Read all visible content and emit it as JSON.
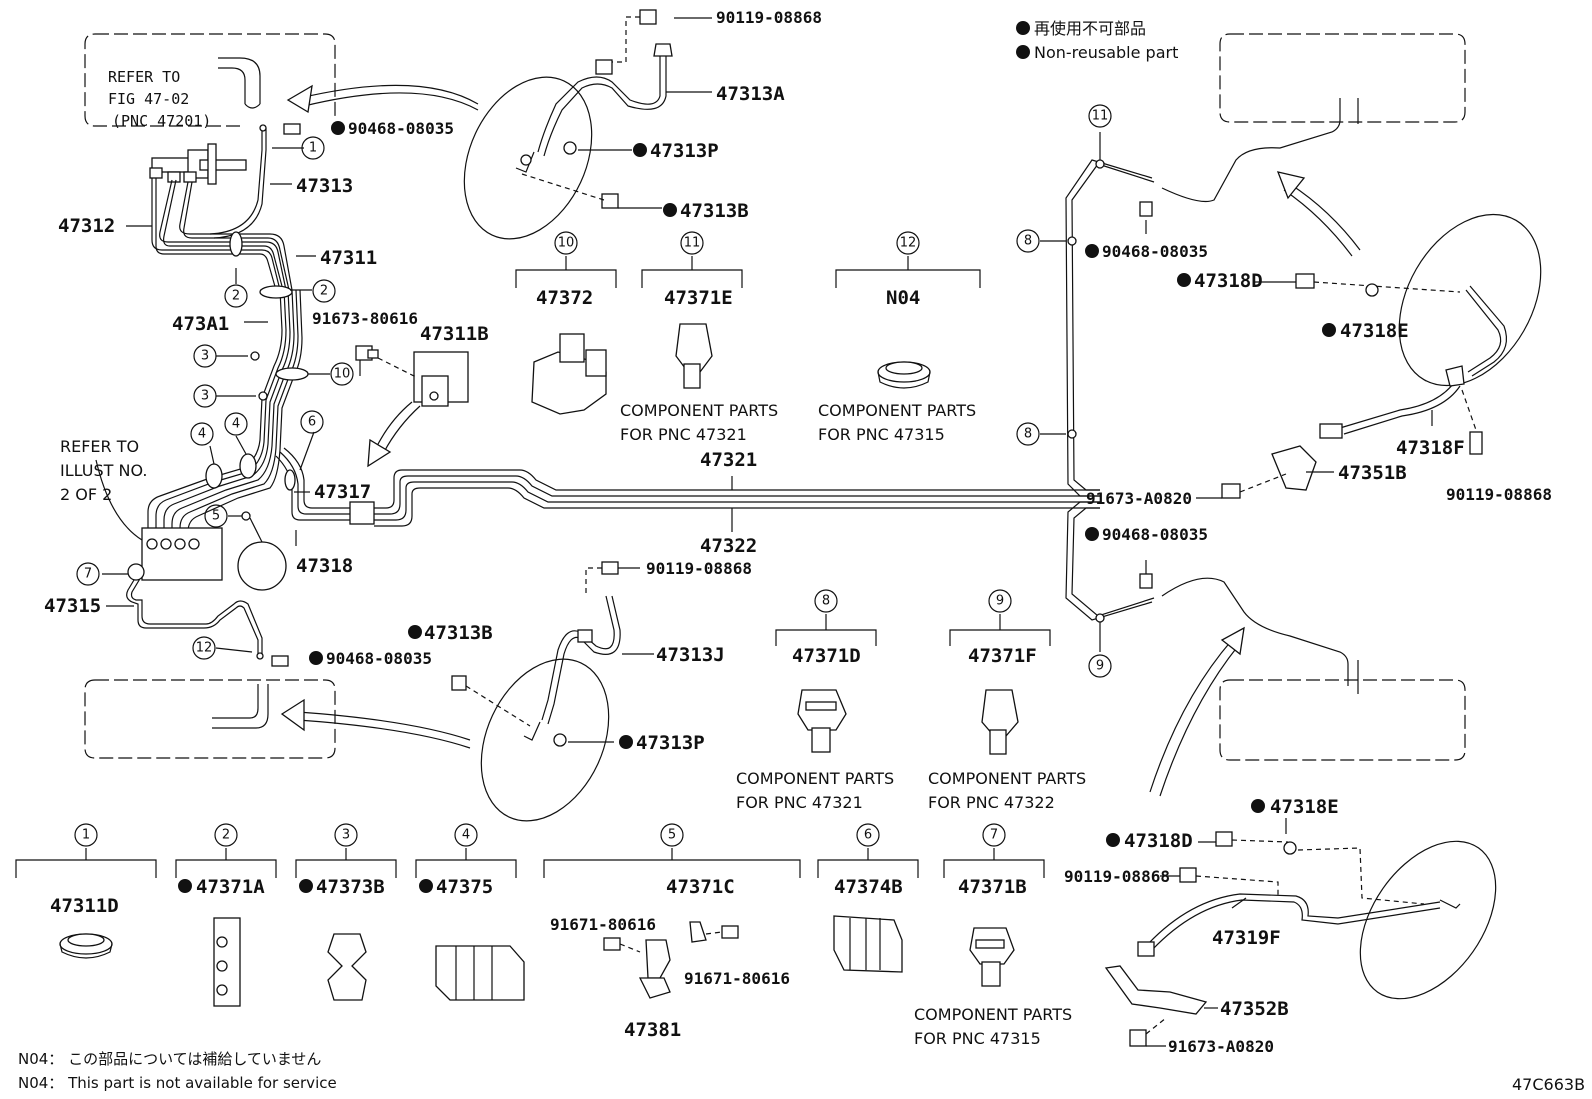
{
  "legend": {
    "line1": "再使用不可部品",
    "line2": "Non-reusable part"
  },
  "refer_fig": {
    "line1": "REFER TO",
    "line2": "FIG 47-02",
    "line3": "(PNC 47201)"
  },
  "refer_illust": {
    "line1": "REFER TO",
    "line2": "ILLUST NO.",
    "line3": "2 OF 2"
  },
  "main_parts": {
    "p47312": "47312",
    "p47313": "47313",
    "p47311": "47311",
    "p473A1": "473A1",
    "p91673_80616": "91673-80616",
    "p47311B": "47311B",
    "p47317": "47317",
    "p47318": "47318",
    "p47315": "47315",
    "p90468_a": "90468-08035",
    "p90468_b": "90468-08035",
    "p90119_a": "90119-08868",
    "p47313A": "47313A",
    "p47313P_a": "47313P",
    "p47313B_a": "47313B",
    "p47321": "47321",
    "p47322": "47322",
    "p90119_b": "90119-08868",
    "p47313B_b": "47313B",
    "p47313J": "47313J",
    "p47313P_b": "47313P"
  },
  "right_parts": {
    "p90468_c": "90468-08035",
    "p47318D_a": "47318D",
    "p47318E_a": "47318E",
    "p47318F": "47318F",
    "p47351B": "47351B",
    "p91673_A0820_a": "91673-A0820",
    "p90119_c": "90119-08868",
    "p90468_d": "90468-08035",
    "p47318E_b": "47318E",
    "p47318D_b": "47318D",
    "p90119_d": "90119-08868",
    "p47319F": "47319F",
    "p47352B": "47352B",
    "p91673_A0820_b": "91673-A0820"
  },
  "callouts": {
    "c1": "1",
    "c2": "2",
    "c3": "3",
    "c4": "4",
    "c5": "5",
    "c6": "6",
    "c7": "7",
    "c8": "8",
    "c9": "9",
    "c10": "10",
    "c11": "11",
    "c12": "12"
  },
  "top_groups": [
    {
      "num": "10",
      "pn": "47372",
      "comp": "",
      "comp2": ""
    },
    {
      "num": "11",
      "pn": "47371E",
      "comp": "COMPONENT PARTS",
      "comp2": "FOR PNC 47321"
    },
    {
      "num": "12",
      "pn": "N04",
      "comp": "COMPONENT PARTS",
      "comp2": "FOR PNC 47315"
    }
  ],
  "mid_groups": [
    {
      "num": "8",
      "pn": "47371D",
      "comp": "COMPONENT PARTS",
      "comp2": "FOR PNC 47321"
    },
    {
      "num": "9",
      "pn": "47371F",
      "comp": "COMPONENT PARTS",
      "comp2": "FOR PNC 47322"
    }
  ],
  "bottom_groups": [
    {
      "num": "1",
      "pn": "47311D"
    },
    {
      "num": "2",
      "pn": "47371A"
    },
    {
      "num": "3",
      "pn": "47373B"
    },
    {
      "num": "4",
      "pn": "47375"
    },
    {
      "num": "5",
      "pn": "47371C"
    },
    {
      "num": "6",
      "pn": "47374B"
    },
    {
      "num": "7",
      "pn": "47371B"
    }
  ],
  "group5_extra": {
    "bolt_a": "91671-80616",
    "bolt_b": "91671-80616",
    "bracket": "47381"
  },
  "group7_comp": {
    "line1": "COMPONENT PARTS",
    "line2": "FOR PNC 47315"
  },
  "notes": {
    "jp": "N04： この部品については補給していません",
    "en": "N04： This part is not available for service"
  },
  "figure_code": "47C663B"
}
